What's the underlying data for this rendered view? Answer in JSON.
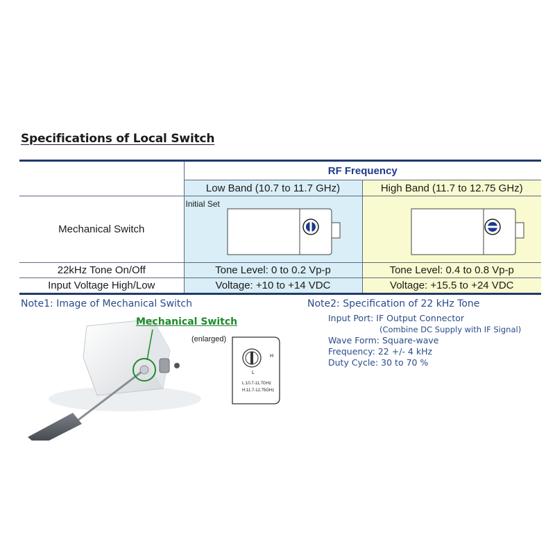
{
  "title": "Specifications of Local Switch",
  "table": {
    "rf_header": "RF Frequency",
    "low_band": "Low Band (10.7 to 11.7 GHz)",
    "high_band": "High Band (11.7 to 12.75 GHz)",
    "rows": {
      "mechanical": {
        "label": "Mechanical Switch",
        "initial_set": "Initial Set"
      },
      "tone": {
        "label": "22kHz Tone On/Off",
        "low": "Tone Level: 0 to 0.2 Vp-p",
        "high": "Tone Level: 0.4 to 0.8 Vp-p"
      },
      "voltage": {
        "label": "Input Voltage High/Low",
        "low": "Voltage: +10 to +14 VDC",
        "high": "Voltage: +15.5 to +24 VDC"
      }
    }
  },
  "note1": {
    "heading": "Note1: Image of Mechanical Switch",
    "callout": "Mechanical Switch",
    "enlarged": "(enlarged)",
    "switch_markings": {
      "h": "H",
      "l": "L",
      "line1": "L:10.7-11.7GHz",
      "line2": "H:11.7-12.75GHz"
    }
  },
  "note2": {
    "heading": "Note2: Specification of 22 kHz Tone",
    "input_port": "Input Port: IF Output Connector",
    "input_port_sub": "(Combine DC Supply with IF Signal)",
    "wave_form": "Wave Form: Square-wave",
    "frequency": "Frequency: 22 +/- 4 kHz",
    "duty_cycle": "Duty Cycle: 30 to 70 %"
  },
  "colors": {
    "low_band_bg": "#d9eef6",
    "high_band_bg": "#fafad0",
    "callout_green": "#1f8a2c",
    "note_blue": "#2a4a8a"
  }
}
